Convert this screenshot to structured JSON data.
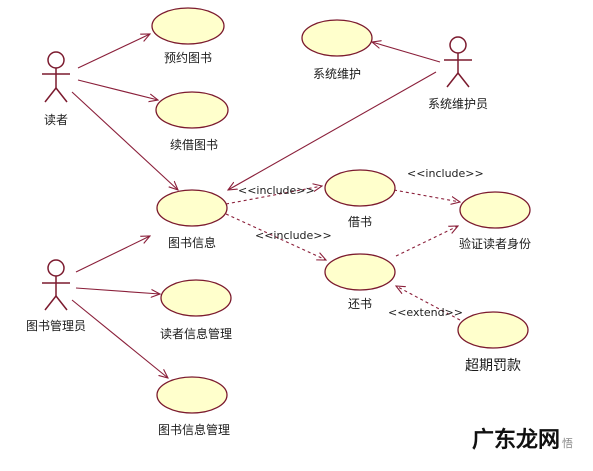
{
  "actors": {
    "reader": "读者",
    "sysadmin": "系统维护员",
    "librarian": "图书管理员"
  },
  "use_cases": {
    "reserve": "预约图书",
    "renew": "续借图书",
    "sysmaint": "系统维护",
    "bookinfo": "图书信息",
    "borrow": "借书",
    "return": "还书",
    "verify": "验证读者身份",
    "reader_mgmt": "读者信息管理",
    "overdue": "超期罚款",
    "book_mgmt": "图书信息管理"
  },
  "stereotypes": {
    "include_1": "<<include>>",
    "include_2": "<<include>>",
    "include_3": "<<include>>",
    "extend": "<<extend>>"
  },
  "watermark": {
    "text": "广东龙网",
    "suffix": "悟"
  },
  "colors": {
    "usecase_fill": "#ffffcc",
    "line": "#8a1f3a"
  }
}
